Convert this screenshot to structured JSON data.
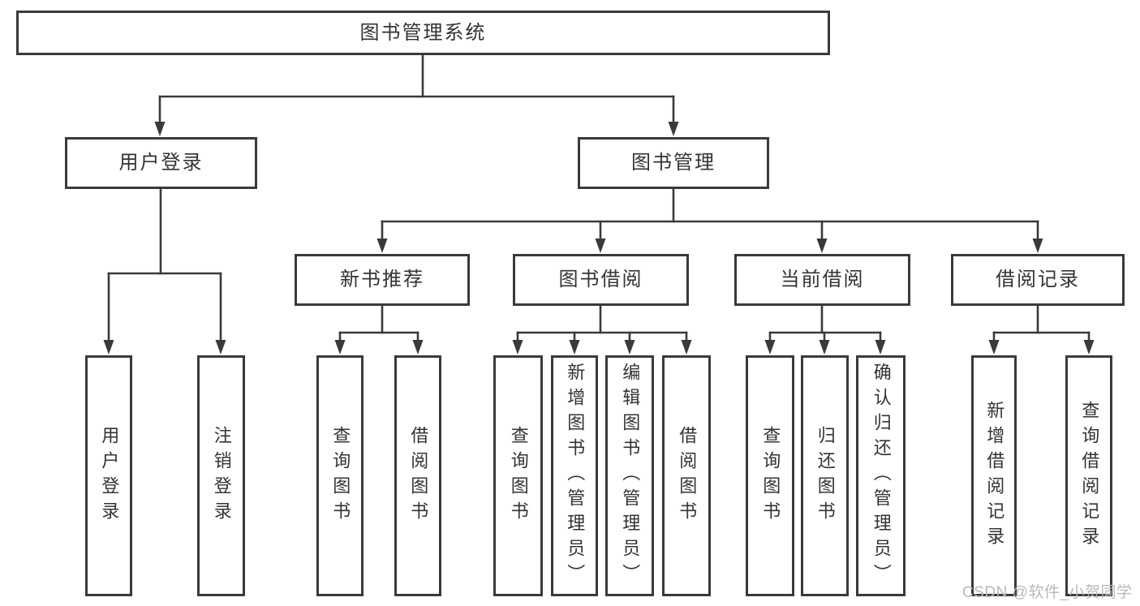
{
  "colors": {
    "line": "#3a3a3a",
    "box_border": "#3a3a3a",
    "box_fill": "#ffffff",
    "text": "#333333",
    "watermark": "#b9b9b9"
  },
  "nodes": {
    "root": "图书管理系统",
    "user_login": "用户登录",
    "book_mgmt": "图书管理",
    "new_book_rec": "新书推荐",
    "book_borrow": "图书借阅",
    "current_borrow": "当前借阅",
    "borrow_records": "借阅记录",
    "ul_user_login": "用户登录",
    "ul_logout": "注销登录",
    "nbr_query_book": "查询图书",
    "nbr_borrow_book": "借阅图书",
    "bb_query_book": "查询图书",
    "bb_add_book": "新增图书（管理员）",
    "bb_edit_book": "编辑图书（管理员）",
    "bb_borrow_book": "借阅图书",
    "cb_query_book": "查询图书",
    "cb_return_book": "归还图书",
    "cb_confirm_return": "确认归还（管理员）",
    "br_add_record": "新增借阅记录",
    "br_query_record": "查询借阅记录"
  },
  "watermark": "CSDN @软件_小贺同学"
}
